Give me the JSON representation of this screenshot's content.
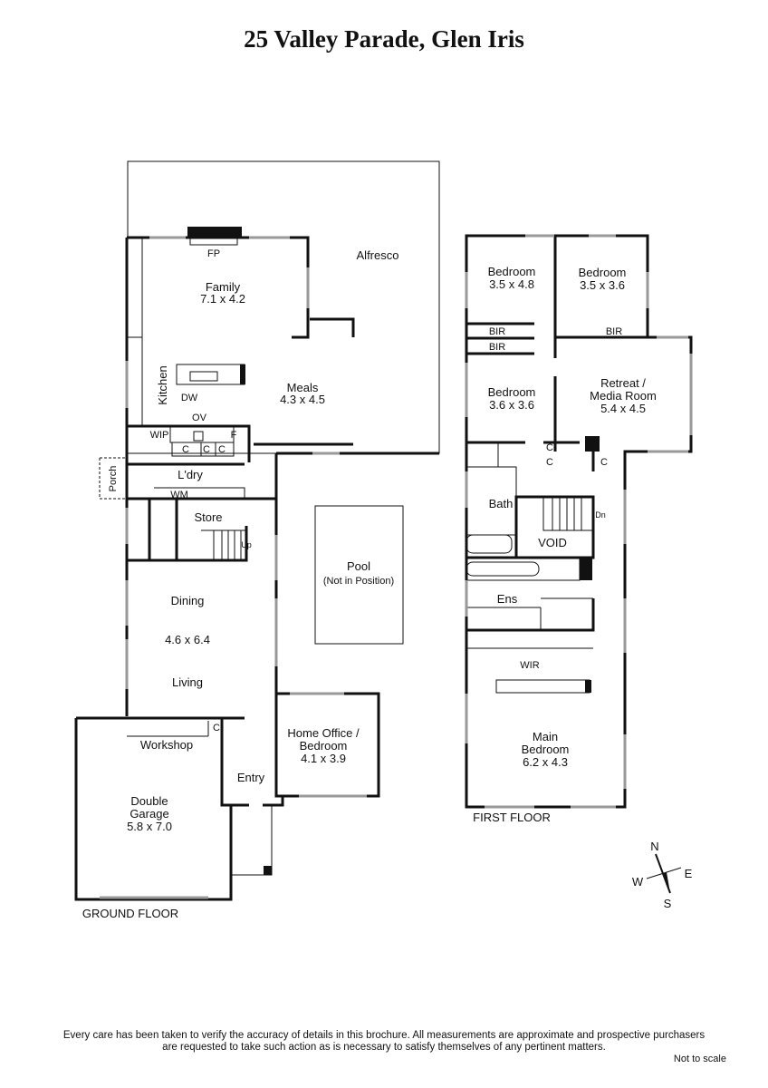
{
  "title": "25 Valley Parade, Glen Iris",
  "ground_floor": {
    "label": "GROUND FLOOR",
    "rooms": {
      "alfresco": "Alfresco",
      "family": {
        "name": "Family",
        "size": "7.1 x 4.2"
      },
      "fp": "FP",
      "kitchen": "Kitchen",
      "dw": "DW",
      "ov": "OV",
      "wip": "WIP",
      "f": "F",
      "c": "C",
      "meals": {
        "name": "Meals",
        "size": "4.3 x 4.5"
      },
      "porch": "Porch",
      "laundry": "L'dry",
      "wm": "WM",
      "store": "Store",
      "up": "Up",
      "dining": "Dining",
      "dining_living_size": "4.6 x 6.4",
      "living": "Living",
      "pool": {
        "name": "Pool",
        "note": "(Not in Position)"
      },
      "home_office": {
        "name": "Home Office /",
        "name2": "Bedroom",
        "size": "4.1 x 3.9"
      },
      "workshop": "Workshop",
      "entry": "Entry",
      "garage": {
        "name": "Double",
        "name2": "Garage",
        "size": "5.8 x 7.0"
      }
    }
  },
  "first_floor": {
    "label": "FIRST FLOOR",
    "rooms": {
      "bedroom1": {
        "name": "Bedroom",
        "size": "3.5 x 4.8"
      },
      "bedroom2": {
        "name": "Bedroom",
        "size": "3.5 x 3.6"
      },
      "bedroom3": {
        "name": "Bedroom",
        "size": "3.6 x 3.6"
      },
      "bir": "BIR",
      "retreat": {
        "name": "Retreat /",
        "name2": "Media Room",
        "size": "5.4 x 4.5"
      },
      "c": "C",
      "bath": "Bath",
      "void": "VOID",
      "dn": "Dn",
      "ens": "Ens",
      "wir": "WIR",
      "main_bedroom": {
        "name": "Main",
        "name2": "Bedroom",
        "size": "6.2 x 4.3"
      }
    }
  },
  "compass": {
    "n": "N",
    "e": "E",
    "s": "S",
    "w": "W"
  },
  "disclaimer": {
    "line1": "Every care has been taken to verify the accuracy of details in this brochure.  All measurements are approximate and prospective purchasers",
    "line2": "are requested to take such action as is necessary to satisfy themselves of any pertinent matters."
  },
  "not_to_scale": "Not to scale"
}
